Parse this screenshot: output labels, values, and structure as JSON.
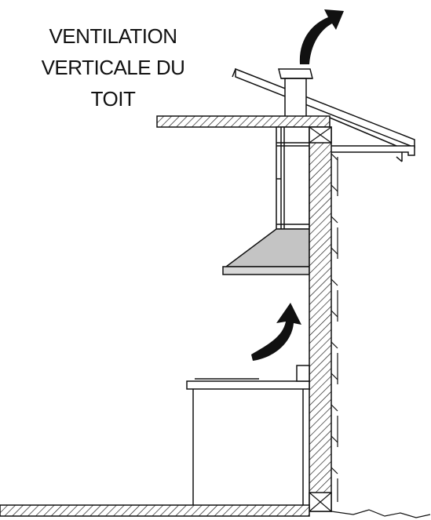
{
  "title_lines": [
    "VENTILATION",
    "VERTICALE DU",
    "TOIT"
  ],
  "colors": {
    "ink": "#111111",
    "hood": "#c4c4c4",
    "background": "#ffffff"
  },
  "icons": [
    "exhaust-out-arrow-icon",
    "air-rising-arrow-icon"
  ]
}
